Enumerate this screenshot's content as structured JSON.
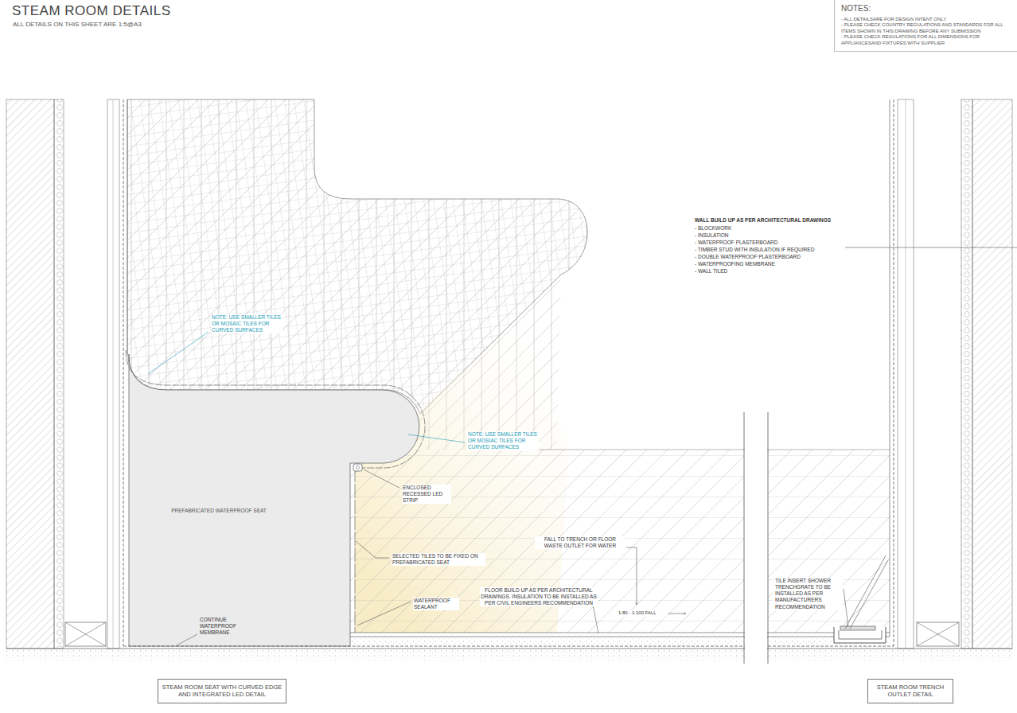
{
  "diagram": {
    "title": "STEAM ROOM DETAILS",
    "nodes": [
      {
        "text": [
          "NOTES:",
          "- ALL DETAILSARE FOR DESIGN INTENT ONLY",
          "- PLEASE CHECK COUNTRY REGULATIONS AND STANDARDS FOR ALL ITEMS SHOWN IN THIS DRAWING BEFORE ANY SUBMISSION",
          "- PLEASE CHECK REGULATIONS FOR ALL DIMENSIONS FOR APPLIANCESAND FIXTURES WITH SUPPLIER"
        ]
      },
      {
        "text": [
          "PREFABRICATED WATERPROOF SEAT"
        ]
      },
      {
        "text": [
          "STEAM ROOM SEAT WITH CURVED EDGE AND INTEGRATED LED DETAIL"
        ]
      },
      {
        "text": [
          "STEAM ROOM TRENCH OUTLET DETAIL"
        ]
      }
    ],
    "labels": [
      "ALL DETAILS ON THIS SHEET ARE 1:5@A3",
      "WALL BUILD UP AS PER ARCHITECTURAL DRAWINGS",
      "- BLOCKWORK",
      "- INSULATION",
      "- WATERPROOF PLASTERBOARD",
      "- TIMBER STUD WITH INSULATION IF REQUIRED",
      "- DOUBLE WATERPROOF PLASTERBOARD",
      "- WATERPROOFING MEMBRANE",
      "- WALL TILED",
      "NOTE: USE SMALLER TILES OR MOSAIC TILES FOR CURVED SURFACES",
      "NOTE: USE SMALLER TILES OR MOSIAC TILES FOR CURVED SURFACES",
      "ENCLOSED RECESSED LED STRIP",
      "SELECTED TILES TO BE FIXED ON PREFABRICATED SEAT",
      "WATERPROOF SEALANT",
      "CONTINUE WATERPROOF MEMBRANE",
      "FALL TO TRENCH OR FLOOR WASTE OUTLET FOR WATER",
      "1:80 - 1:100 FALL",
      "FLOOR BUILD UP AS PER ARCHITECTURAL DRAWINGS. INSULATION TO BE INSTALLED AS PER CIVIL ENGINEERS RECOMMENDATION",
      "TILE INSERT SHOWER TRENCHGRATE TO BE INSTALLED AS PER MANUFACTURERS RECOMMENDATION"
    ]
  }
}
